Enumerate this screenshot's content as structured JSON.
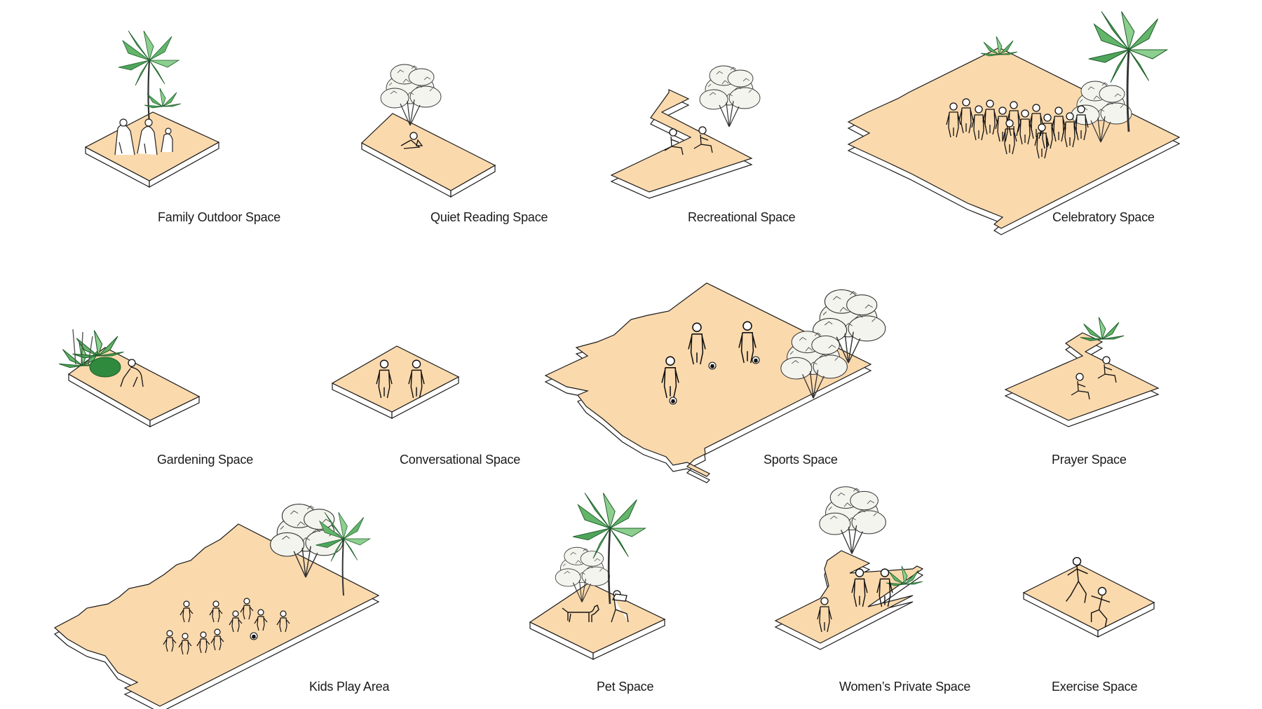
{
  "colors": {
    "platform": "#fad9ad",
    "edge": "#1a1a1a",
    "foliage_green": "#63b56a",
    "foliage_dark": "#2f7a3a",
    "shrub": "#f4f4ee"
  },
  "spaces": [
    {
      "key": "family",
      "label": "Family Outdoor Space",
      "icon": "family-figures-icon",
      "plant": "palm-tree-icon"
    },
    {
      "key": "reading",
      "label": "Quiet Reading Space",
      "icon": "reading-person-icon",
      "plant": "shrub-icon"
    },
    {
      "key": "recreational",
      "label": "Recreational Space",
      "icon": "seated-people-icon",
      "plant": "shrub-icon"
    },
    {
      "key": "celebratory",
      "label": "Celebratory Space",
      "icon": "crowd-icon",
      "plant": "palm-tree-icon"
    },
    {
      "key": "gardening",
      "label": "Gardening Space",
      "icon": "gardener-icon",
      "plant": "tropical-plants-icon"
    },
    {
      "key": "conversational",
      "label": "Conversational Space",
      "icon": "two-people-icon",
      "plant": ""
    },
    {
      "key": "sports",
      "label": "Sports Space",
      "icon": "football-players-icon",
      "plant": "shrub-icon"
    },
    {
      "key": "prayer",
      "label": "Prayer Space",
      "icon": "praying-people-icon",
      "plant": "palm-icon"
    },
    {
      "key": "kids",
      "label": "Kids Play Area",
      "icon": "children-icon",
      "plant": "palm-tree-icon"
    },
    {
      "key": "pet",
      "label": "Pet Space",
      "icon": "dog-and-owner-icon",
      "plant": "palm-tree-icon"
    },
    {
      "key": "women",
      "label": "Women’s Private Space",
      "icon": "women-figures-icon",
      "plant": "shrub-icon"
    },
    {
      "key": "exercise",
      "label": "Exercise Space",
      "icon": "exercising-people-icon",
      "plant": ""
    }
  ]
}
